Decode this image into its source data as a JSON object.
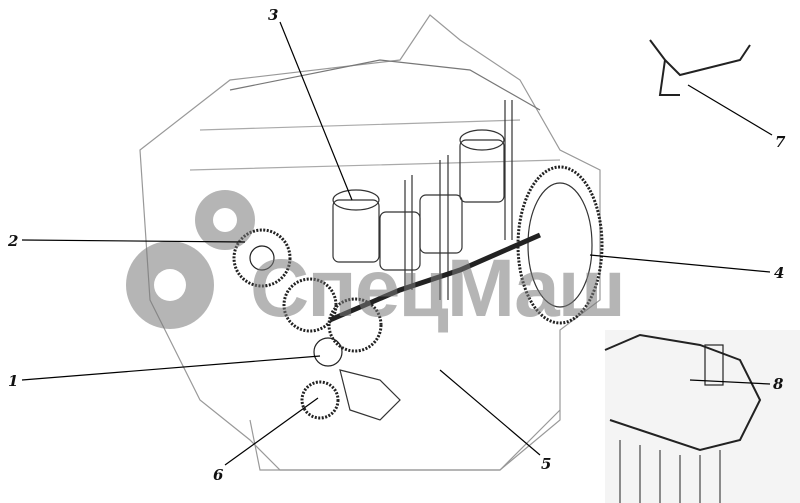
{
  "diagram": {
    "callouts": [
      {
        "id": "1",
        "label": "1"
      },
      {
        "id": "2",
        "label": "2"
      },
      {
        "id": "3",
        "label": "3"
      },
      {
        "id": "4",
        "label": "4"
      },
      {
        "id": "5",
        "label": "5"
      },
      {
        "id": "6",
        "label": "6"
      },
      {
        "id": "7",
        "label": "7"
      },
      {
        "id": "8",
        "label": "8"
      }
    ],
    "watermark": "СпецМаш"
  }
}
